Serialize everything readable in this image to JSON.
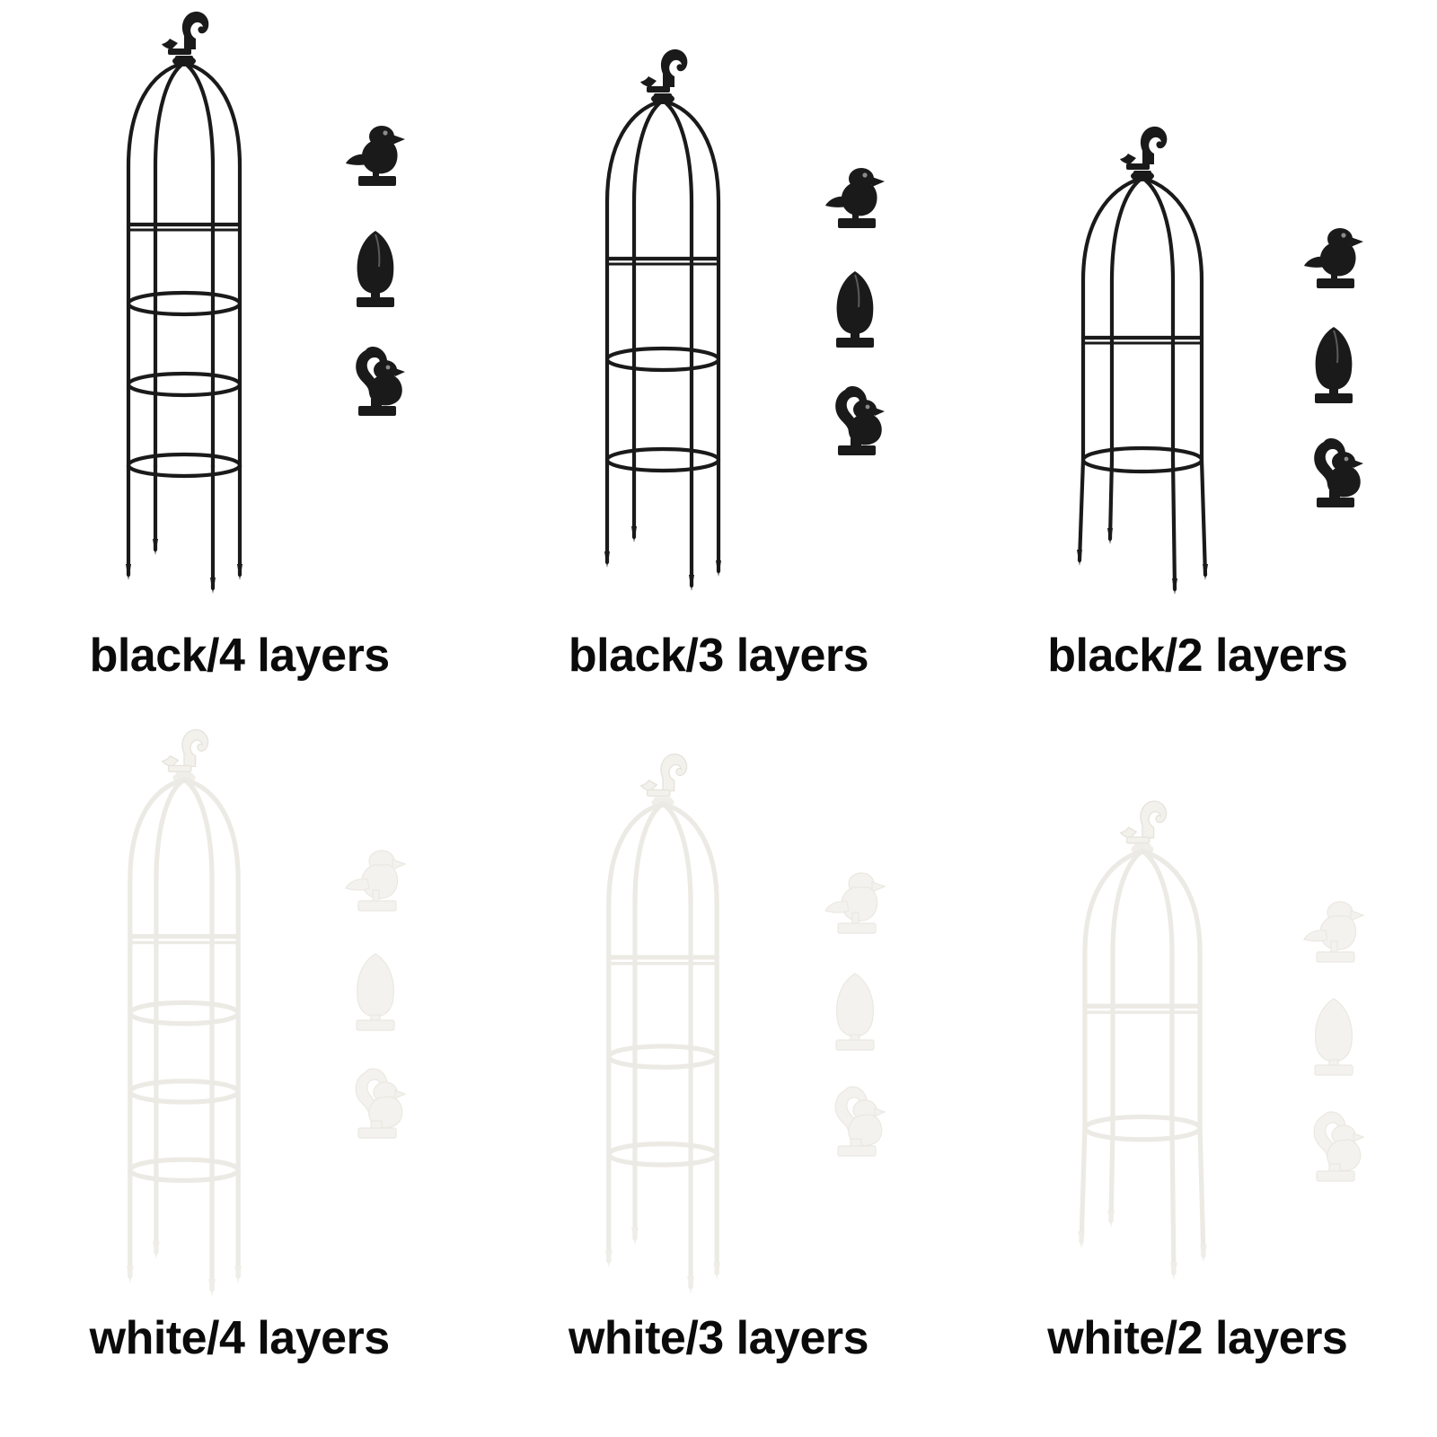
{
  "page": {
    "background_color": "#ffffff",
    "layout": "2 rows x 3 columns product variant grid"
  },
  "colors": {
    "black_metal": "#1a1a1a",
    "white_metal": "#f2f0ec",
    "white_metal_outline": "#e0ddd6",
    "caption_text": "#0b0b0b",
    "background": "#ffffff"
  },
  "product": {
    "type": "garden obelisk trellis",
    "finial": "squirrel",
    "accessory_names": [
      "bird-finial",
      "acorn-finial",
      "squirrel-finial"
    ],
    "legs": 4
  },
  "variants": [
    {
      "id": "black-4",
      "caption": "black/4 layers",
      "color": "black",
      "color_hex": "#1a1a1a",
      "layers": 4,
      "height_scale": 1.0,
      "accessories": [
        "bird-finial",
        "acorn-finial",
        "squirrel-finial"
      ]
    },
    {
      "id": "black-3",
      "caption": "black/3 layers",
      "color": "black",
      "color_hex": "#1a1a1a",
      "layers": 3,
      "height_scale": 0.9,
      "accessories": [
        "bird-finial",
        "acorn-finial",
        "squirrel-finial"
      ]
    },
    {
      "id": "black-2",
      "caption": "black/2 layers",
      "color": "black",
      "color_hex": "#1a1a1a",
      "layers": 2,
      "height_scale": 0.78,
      "accessories": [
        "bird-finial",
        "acorn-finial",
        "squirrel-finial"
      ]
    },
    {
      "id": "white-4",
      "caption": "white/4 layers",
      "color": "white",
      "color_hex": "#f2f0ec",
      "layers": 4,
      "height_scale": 1.0,
      "accessories": [
        "bird-finial",
        "acorn-finial",
        "squirrel-finial"
      ]
    },
    {
      "id": "white-3",
      "caption": "white/3 layers",
      "color": "white",
      "color_hex": "#f2f0ec",
      "layers": 3,
      "height_scale": 0.9,
      "accessories": [
        "bird-finial",
        "acorn-finial",
        "squirrel-finial"
      ]
    },
    {
      "id": "white-2",
      "caption": "white/2 layers",
      "color": "white",
      "color_hex": "#f2f0ec",
      "layers": 2,
      "height_scale": 0.78,
      "accessories": [
        "bird-finial",
        "acorn-finial",
        "squirrel-finial"
      ]
    }
  ]
}
